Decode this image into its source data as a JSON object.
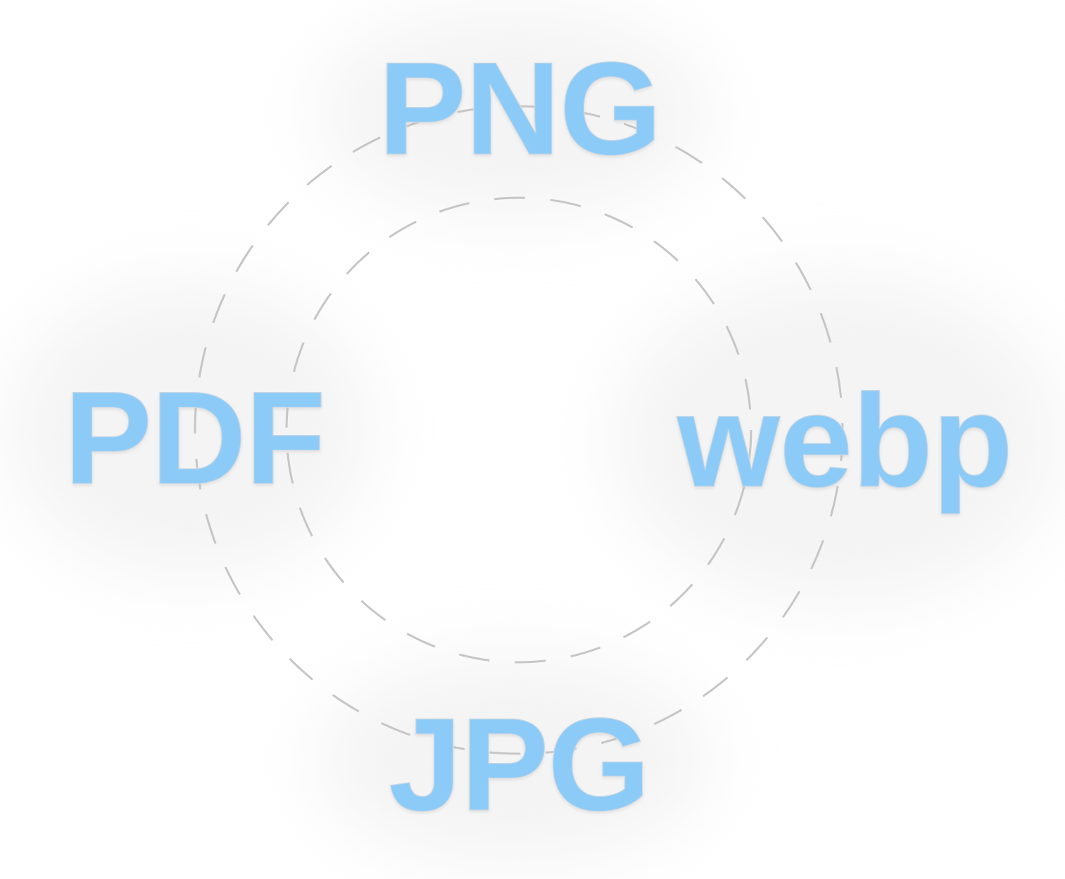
{
  "diagram": {
    "formats": {
      "top": "PNG",
      "left": "PDF",
      "right": "webp",
      "bottom": "JPG"
    },
    "colors": {
      "label_fill": "#8ccbf8",
      "label_outline": "#c9d6e2",
      "ring_stroke": "#c6c6c6",
      "glow": "#ebebeb",
      "background": "#ffffff"
    },
    "ring_style": "dashed",
    "ring_count": 2
  }
}
